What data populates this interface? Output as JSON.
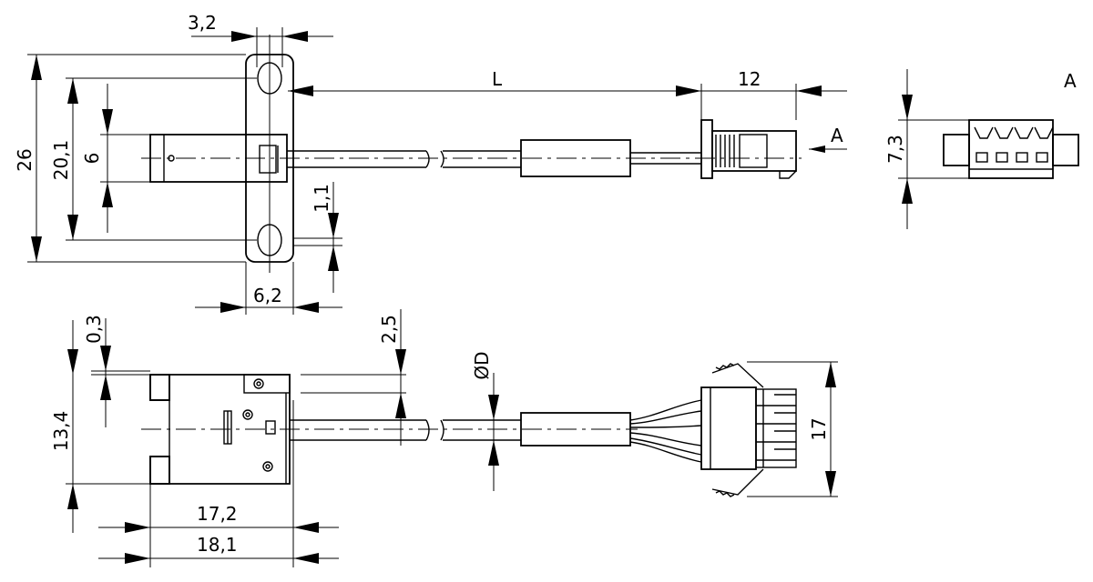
{
  "labels": {
    "w_3_2": "3,2",
    "h_26": "26",
    "h_20_1": "20,1",
    "h_6": "6",
    "len_L": "L",
    "len_12": "12",
    "view_A_arrow": "A",
    "h_1_1": "1,1",
    "w_6_2": "6,2",
    "h_7_3": "7,3",
    "view_A_title": "A",
    "h_0_3": "0,3",
    "h_13_4": "13,4",
    "h_2_5": "2,5",
    "dia_D": "ØD",
    "h_17": "17",
    "w_17_2": "17,2",
    "w_18_1": "18,1"
  }
}
